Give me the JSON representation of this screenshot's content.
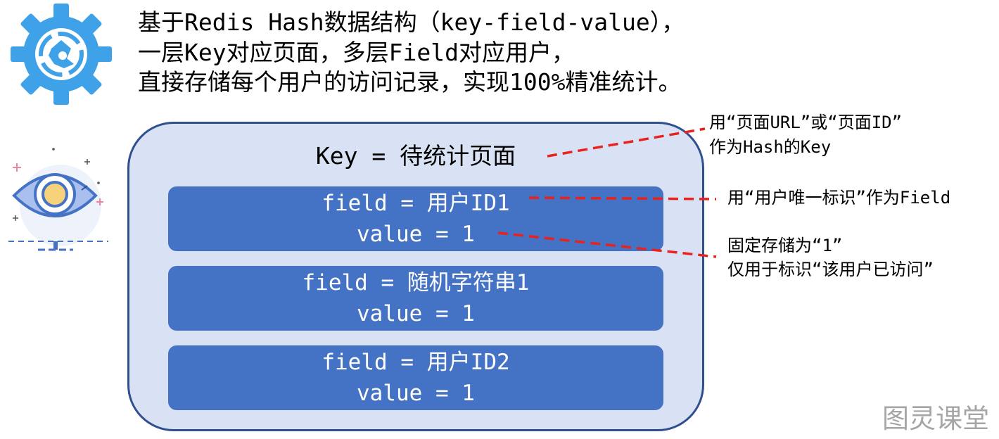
{
  "intro": {
    "line1": "基于Redis Hash数据结构（key-field-value），",
    "line2": "一层Key对应页面，多层Field对应用户，",
    "line3": "直接存储每个用户的访问记录，实现100%精准统计。"
  },
  "hash": {
    "key_label": "Key = 待统计页面",
    "fields": [
      {
        "field": "field = 用户ID1",
        "value": "value = 1"
      },
      {
        "field": "field = 随机字符串1",
        "value": "value = 1"
      },
      {
        "field": "field = 用户ID2",
        "value": "value = 1"
      }
    ]
  },
  "notes": {
    "key_note_line1": "用“页面URL”或“页面ID”",
    "key_note_line2": "作为Hash的Key",
    "field_note": "用“用户唯一标识”作为Field",
    "value_note_line1": "固定存储为“1”",
    "value_note_line2": "仅用于标识“该用户已访问”"
  },
  "watermark": "图灵课堂",
  "colors": {
    "gear": "#3fa1e8",
    "outer_fill": "#d9e2f4",
    "outer_border": "#2f4f8f",
    "field_fill": "#4472c4",
    "connector": "#e8221c",
    "eye_iris": "#4472c4",
    "eye_pupil": "#f7d27a"
  }
}
